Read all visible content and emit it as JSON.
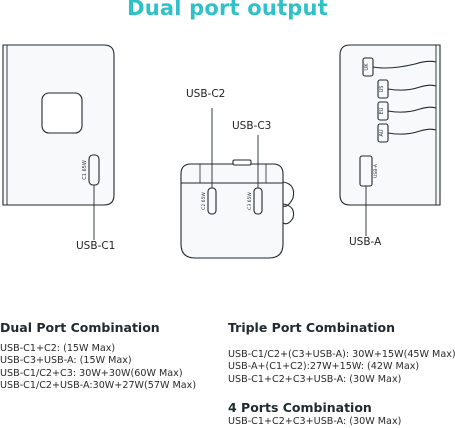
{
  "title": "Dual port output",
  "callouts": {
    "usb_c1": "USB-C1",
    "usb_c2": "USB-C2",
    "usb_c3": "USB-C3",
    "usb_a": "USB-A"
  },
  "port_engravings": {
    "c1": "C1 65W",
    "c2": "C2 65W",
    "c3": "C3 65W",
    "a": "USB-A"
  },
  "plug_prongs": [
    "UK",
    "US",
    "EU",
    "AU"
  ],
  "dual_port": {
    "heading": "Dual Port Combination",
    "lines": [
      "USB-C1+C2: (15W Max)",
      "USB-C3+USB-A: (15W Max)",
      "USB-C1/C2+C3: 30W+30W(60W Max)",
      "USB-C1/C2+USB-A:30W+27W(57W Max)"
    ]
  },
  "triple_port": {
    "heading": "Triple Port Combination",
    "lines": [
      "USB-C1/C2+(C3+USB-A): 30W+15W(45W Max)",
      "USB-A+(C1+C2):27W+15W: (42W Max)",
      "USB-C1+C2+C3+USB-A: (30W Max)"
    ]
  },
  "four_port": {
    "heading": "4 Ports Combination",
    "lines": [
      "USB-C1+C2+C3+USB-A: (30W Max)"
    ]
  },
  "colors": {
    "title": "#2fc1c8",
    "outline": "#1f2a2e",
    "device_fill": "#f8f9fa"
  }
}
